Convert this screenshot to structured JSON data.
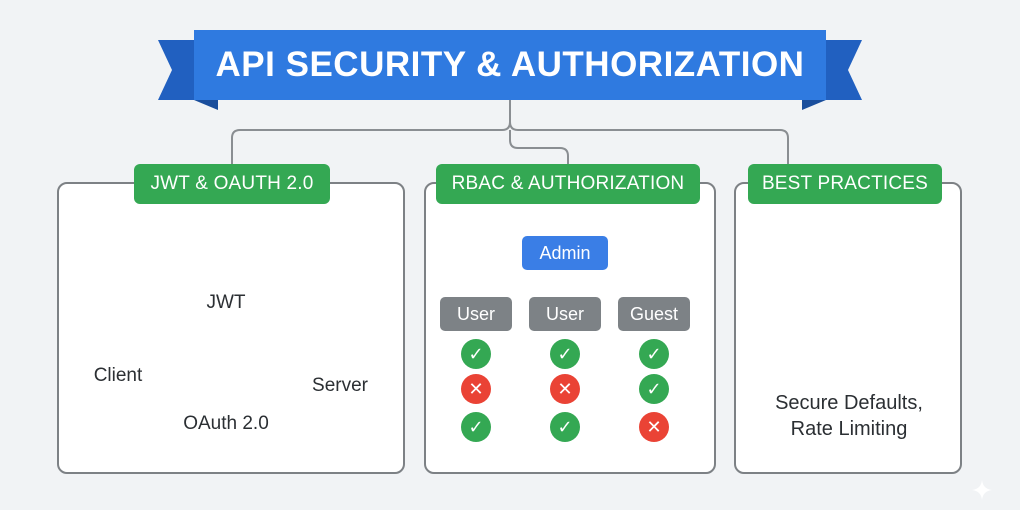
{
  "title": "API SECURITY & AUTHORIZATION",
  "colors": {
    "banner": "#2f7ae0",
    "tag_green": "#34a853",
    "admin_blue": "#3a7ee6",
    "role_gray": "#7d8286",
    "allow": "#34a853",
    "deny": "#ea4335",
    "shield_blue": "#2f6fd6",
    "shield_green": "#34a853",
    "lock_gold": "#f2b21b"
  },
  "panels": {
    "jwt": {
      "tag": "JWT & OAUTH 2.0",
      "client_label": "Client",
      "jwt_label": "JWT",
      "server_label": "Server",
      "oauth_label": "OAuth 2.0"
    },
    "rbac": {
      "tag": "RBAC & AUTHORIZATION",
      "admin_label": "Admin",
      "roles": [
        "User",
        "User",
        "Guest"
      ],
      "permissions": [
        [
          true,
          true,
          true
        ],
        [
          false,
          false,
          true
        ],
        [
          true,
          true,
          false
        ]
      ]
    },
    "best": {
      "tag": "BEST PRACTICES",
      "line1": "Secure Defaults,",
      "line2": "Rate Limiting"
    }
  }
}
